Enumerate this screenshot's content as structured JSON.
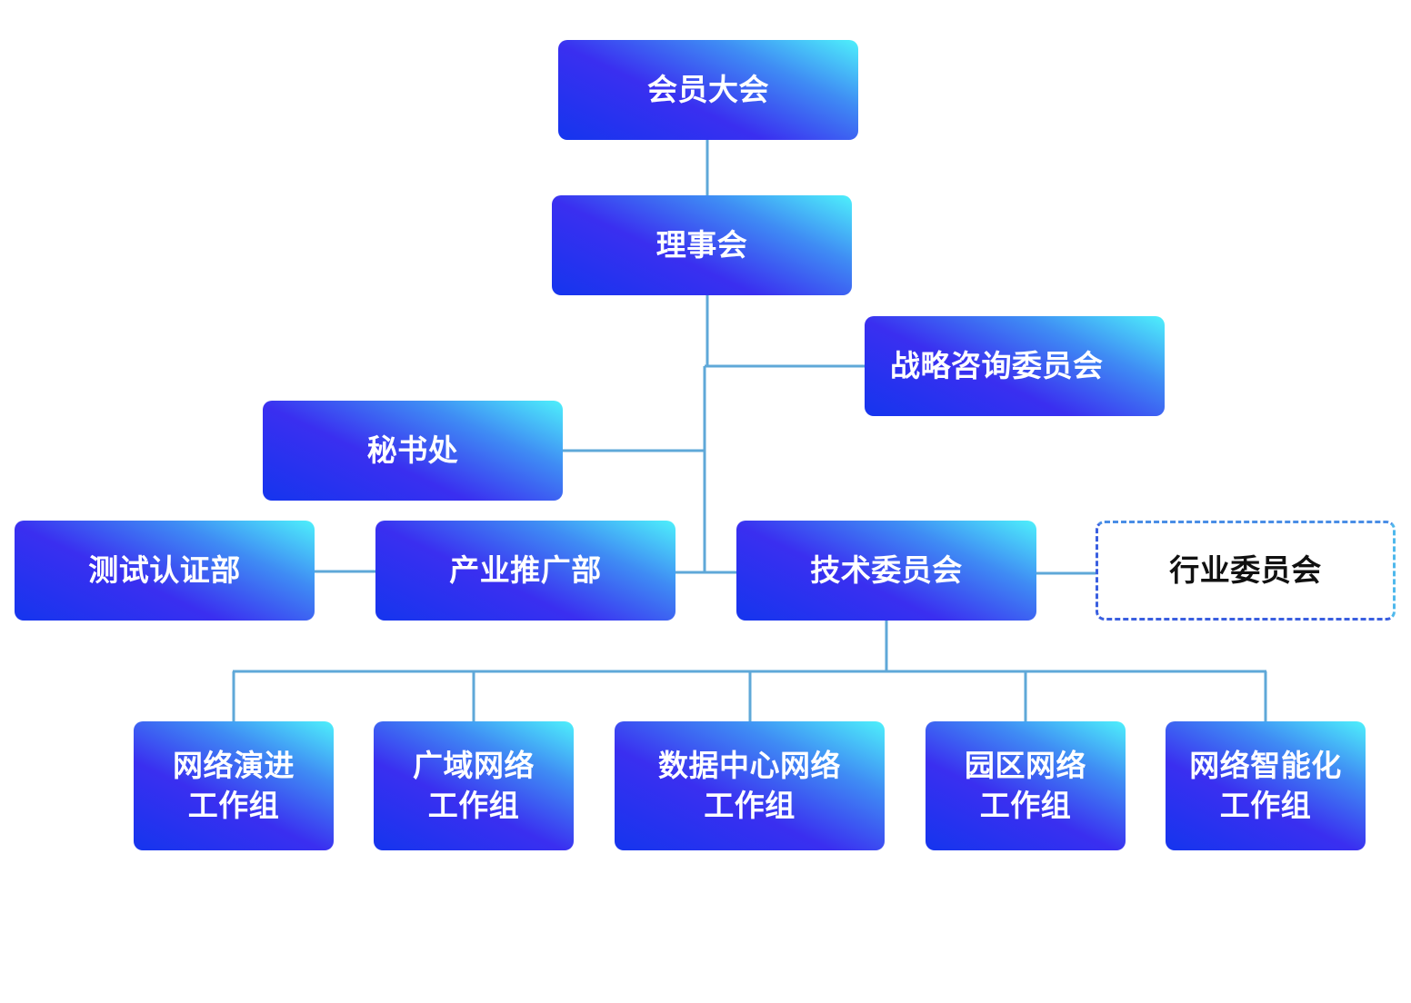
{
  "nodes": {
    "general_assembly": "会员大会",
    "council": "理事会",
    "strategy_committee": "战略咨询委员会",
    "secretariat": "秘书处",
    "testing_dept": "测试认证部",
    "industry_promotion_dept": "产业推广部",
    "tech_committee": "技术委员会",
    "sector_committee": "行业委员会"
  },
  "working_groups": [
    {
      "line1": "网络演进",
      "line2": "工作组"
    },
    {
      "line1": "广域网络",
      "line2": "工作组"
    },
    {
      "line1": "数据中心网络",
      "line2": "工作组"
    },
    {
      "line1": "园区网络",
      "line2": "工作组"
    },
    {
      "line1": "网络智能化",
      "line2": "工作组"
    }
  ],
  "colors": {
    "connector": "#5fa8d8",
    "gradient_start": "#1535ee",
    "gradient_mid": "#3a2ff0",
    "gradient_end": "#4ef0fb",
    "dashed_border": "#3a5fe0"
  }
}
